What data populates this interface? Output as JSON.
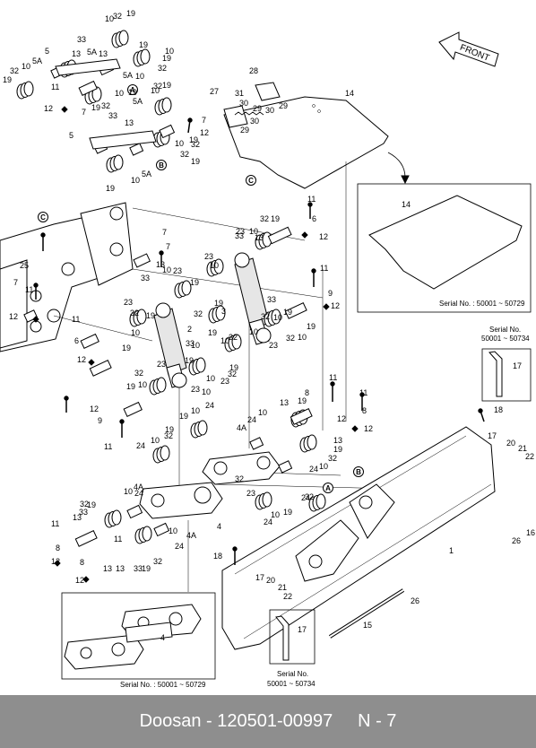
{
  "footer": {
    "caption": "Doosan - 120501-00997     N - 7"
  },
  "diagram": {
    "front_label": "FRONT",
    "serial_labels": {
      "inset_top": "Serial No. : 50001 ~ 50729",
      "inset_bottom": "Serial No. : 50001 ~ 50729",
      "side_title": "Serial No.",
      "side_range": "50001 ~ 50734",
      "bottom_title": "Serial No.",
      "bottom_range": "50001 ~ 50734"
    },
    "section_markers": [
      "A",
      "B",
      "C"
    ],
    "part_numbers": [
      "1",
      "2",
      "3",
      "4",
      "4A",
      "5",
      "5A",
      "6",
      "7",
      "8",
      "9",
      "10",
      "11",
      "12",
      "13",
      "14",
      "15",
      "16",
      "17",
      "18",
      "19",
      "20",
      "21",
      "22",
      "23",
      "24",
      "25",
      "26",
      "27",
      "28",
      "29",
      "30",
      "31",
      "32",
      "33"
    ]
  }
}
